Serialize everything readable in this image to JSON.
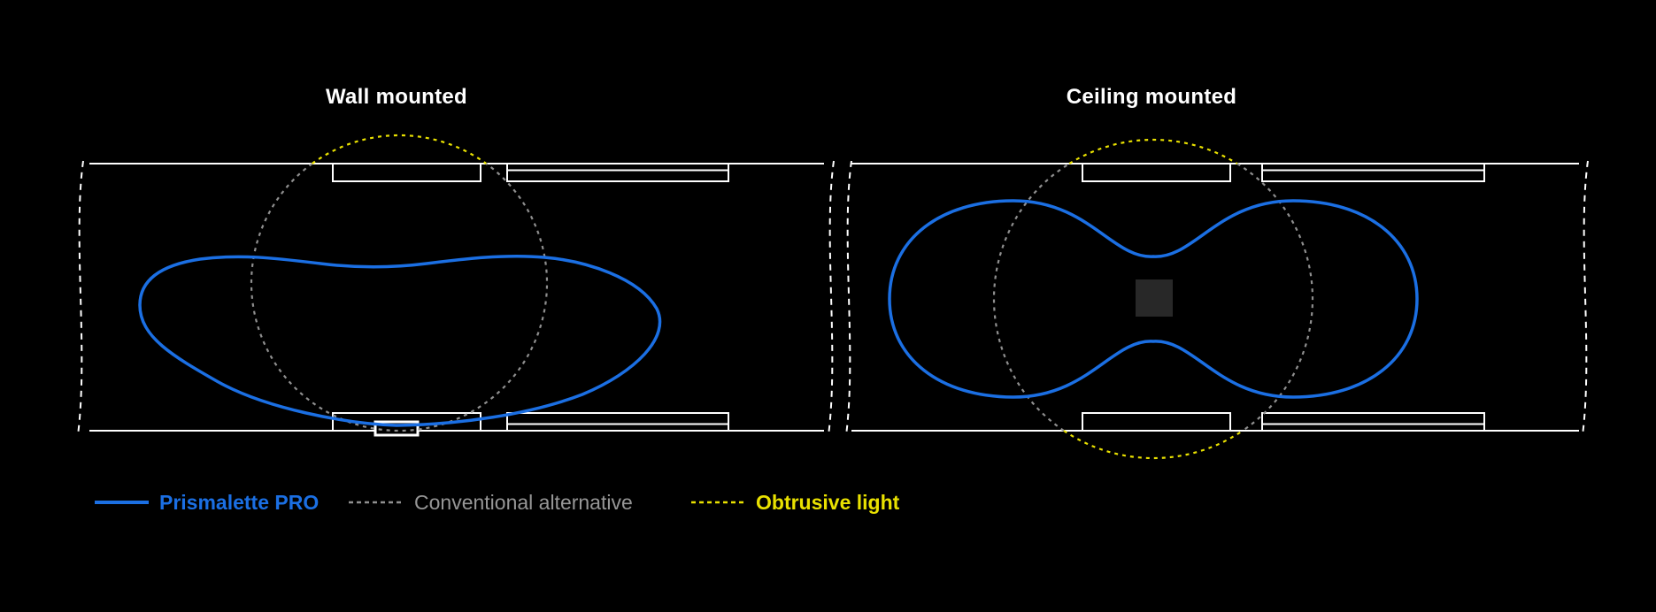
{
  "titles": {
    "left": "Wall mounted",
    "right": "Ceiling mounted"
  },
  "legend": {
    "items": [
      {
        "label": "Prismalette PRO",
        "line_style": "solid",
        "color": "#1b6fe3"
      },
      {
        "label": "Conventional alternative",
        "line_style": "dashed",
        "color": "#8f8f8f"
      },
      {
        "label": "Obtrusive light",
        "line_style": "dashed",
        "color": "#e9e100"
      }
    ]
  },
  "colors": {
    "background": "#000000",
    "structure": "#ffffff",
    "pro_curve": "#1b6fe3",
    "conventional_curve": "#8f8f8f",
    "obtrusive_curve": "#e9e100",
    "luminaire_fill": "#282828"
  }
}
